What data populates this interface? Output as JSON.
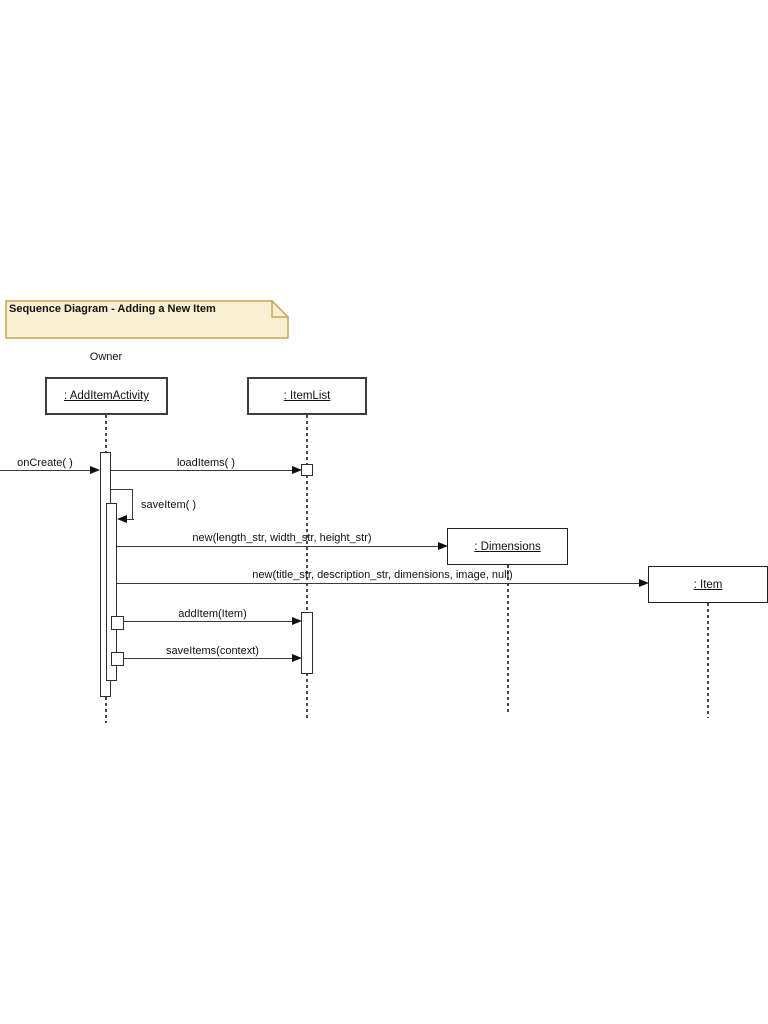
{
  "diagram": {
    "note": {
      "title": "Sequence Diagram - Adding a New Item"
    },
    "actor_label": "Owner",
    "lifelines": [
      {
        "name": ": AddItemActivity"
      },
      {
        "name": ": ItemList"
      },
      {
        "name": ": Dimensions"
      },
      {
        "name": ": Item"
      }
    ],
    "messages": [
      {
        "label": "onCreate( )",
        "from": "external",
        "to": ": AddItemActivity",
        "type": "call"
      },
      {
        "label": "loadItems( )",
        "from": ": AddItemActivity",
        "to": ": ItemList",
        "type": "call"
      },
      {
        "label": "saveItem( )",
        "from": ": AddItemActivity",
        "to": ": AddItemActivity",
        "type": "self-call"
      },
      {
        "label": "new(length_str, width_str, height_str)",
        "from": ": AddItemActivity",
        "to": ": Dimensions",
        "type": "create"
      },
      {
        "label": "new(title_str, description_str, dimensions, image, null)",
        "from": ": AddItemActivity",
        "to": ": Item",
        "type": "create"
      },
      {
        "label": "addItem(Item)",
        "from": ": AddItemActivity",
        "to": ": ItemList",
        "type": "call"
      },
      {
        "label": "saveItems(context)",
        "from": ": AddItemActivity",
        "to": ": ItemList",
        "type": "call"
      }
    ],
    "colors": {
      "note_fill": "#F9EFD2",
      "note_border": "#C9A64F",
      "line": "#3a3a3a",
      "arrow": "#0f0f0f",
      "lifeline": "#4a4a4a",
      "background": "#ffffff"
    }
  }
}
